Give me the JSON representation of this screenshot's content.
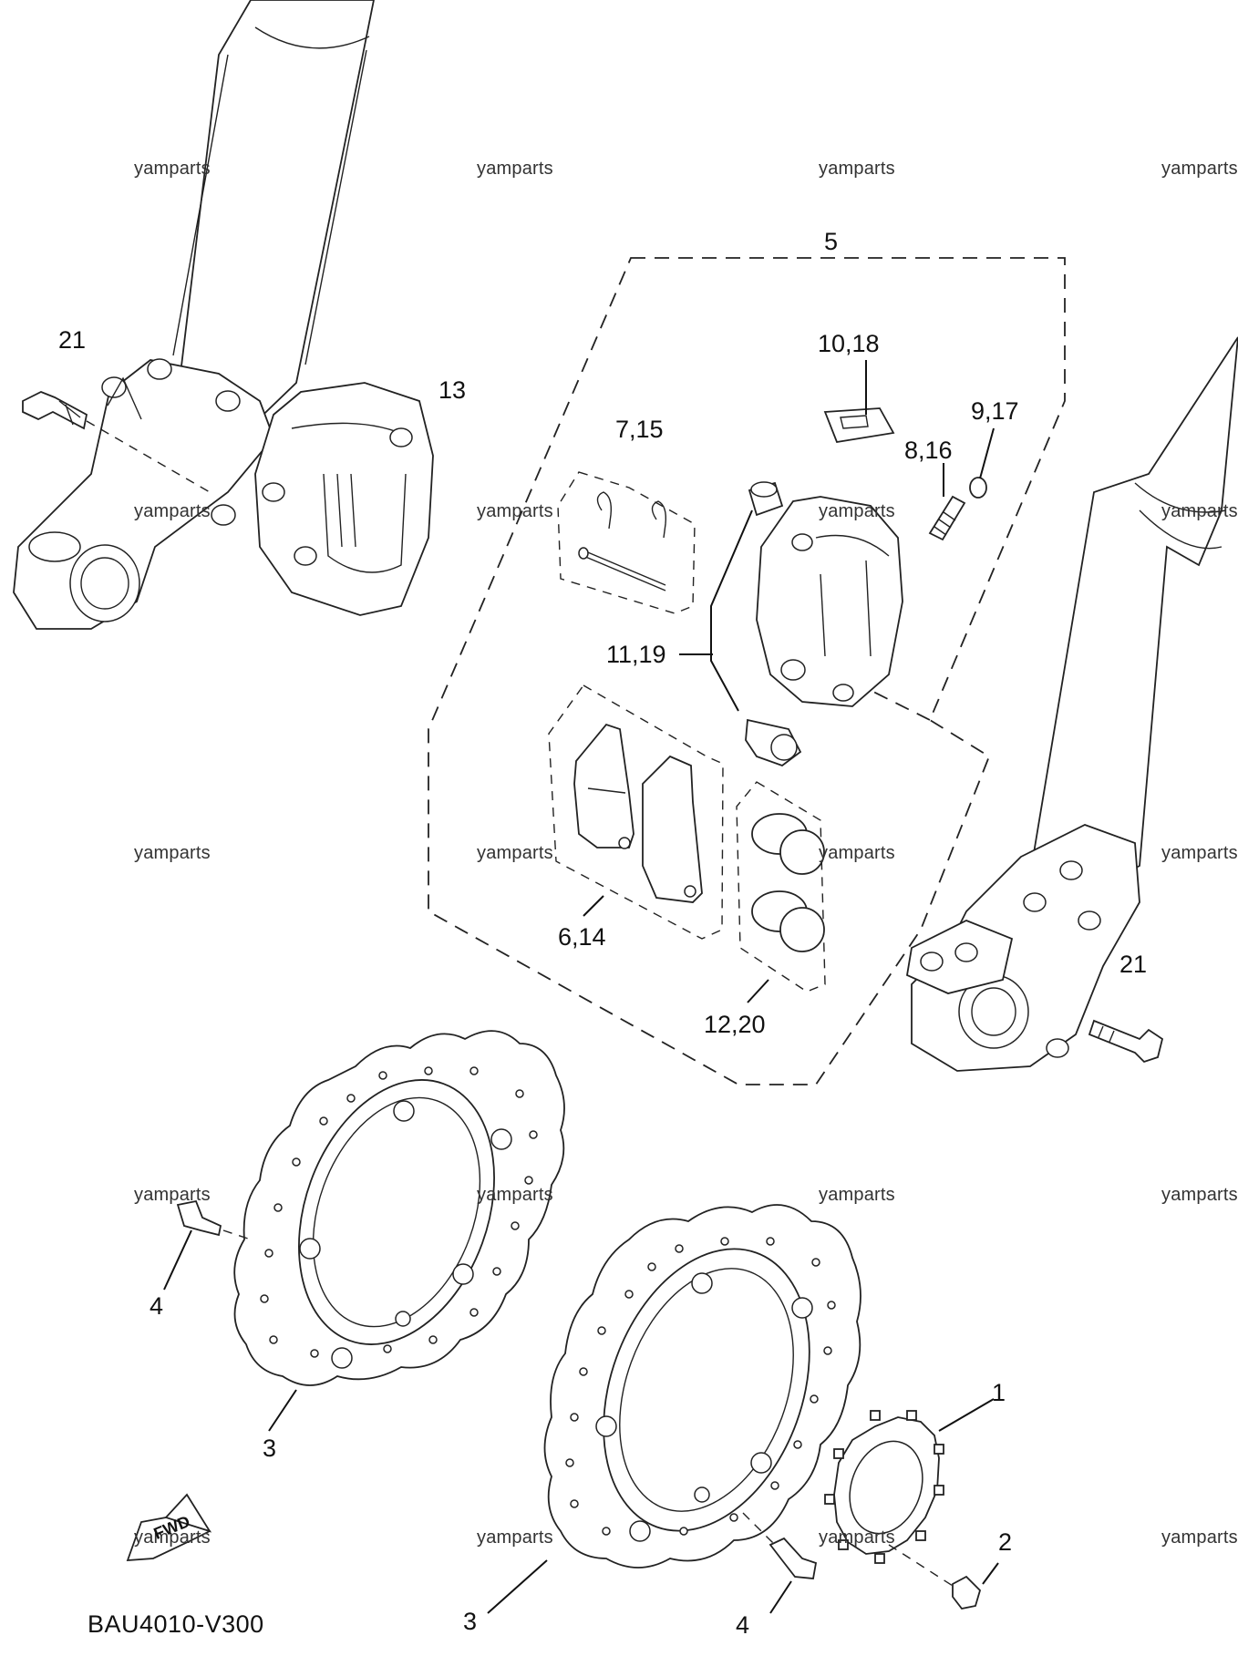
{
  "diagram_code": "BAU4010-V300",
  "fwd_label": "FWD",
  "watermark": "yamparts",
  "callouts": {
    "c1": "1",
    "c2": "2",
    "c3a": "3",
    "c3b": "3",
    "c4a": "4",
    "c4b": "4",
    "c5": "5",
    "c6_14": "6,14",
    "c7_15": "7,15",
    "c8_16": "8,16",
    "c9_17": "9,17",
    "c10_18": "10,18",
    "c11_19": "11,19",
    "c12_20": "12,20",
    "c13": "13",
    "c21a": "21",
    "c21b": "21"
  }
}
